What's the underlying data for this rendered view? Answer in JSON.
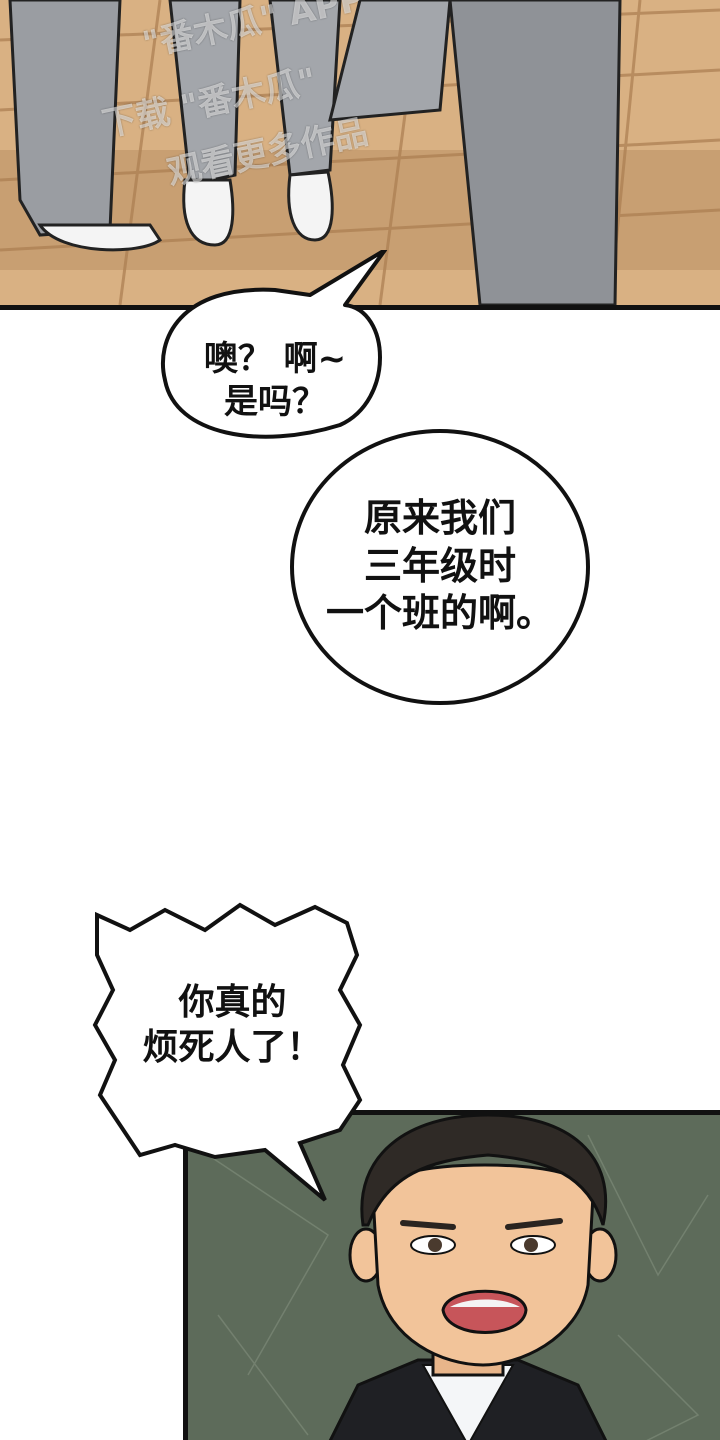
{
  "watermark": {
    "top": "\"番木瓜\" APP",
    "line1": "下载 \"番木瓜\"",
    "line2": "观看更多作品"
  },
  "bubbles": {
    "first": {
      "lines": [
        "噢？ 啊~",
        "是吗？"
      ]
    },
    "second": {
      "lines": [
        "原来我们",
        "三年级时",
        "一个班的啊。"
      ]
    },
    "shout": {
      "lines": [
        "你真的",
        "烦死人了！"
      ]
    }
  },
  "colors": {
    "floor": "#d9b183",
    "trousers": "#9a9da2",
    "chalkboard": "#5d6b5a",
    "skin": "#f2c49a",
    "hair": "#2f2a26",
    "suit": "#1f2024"
  }
}
